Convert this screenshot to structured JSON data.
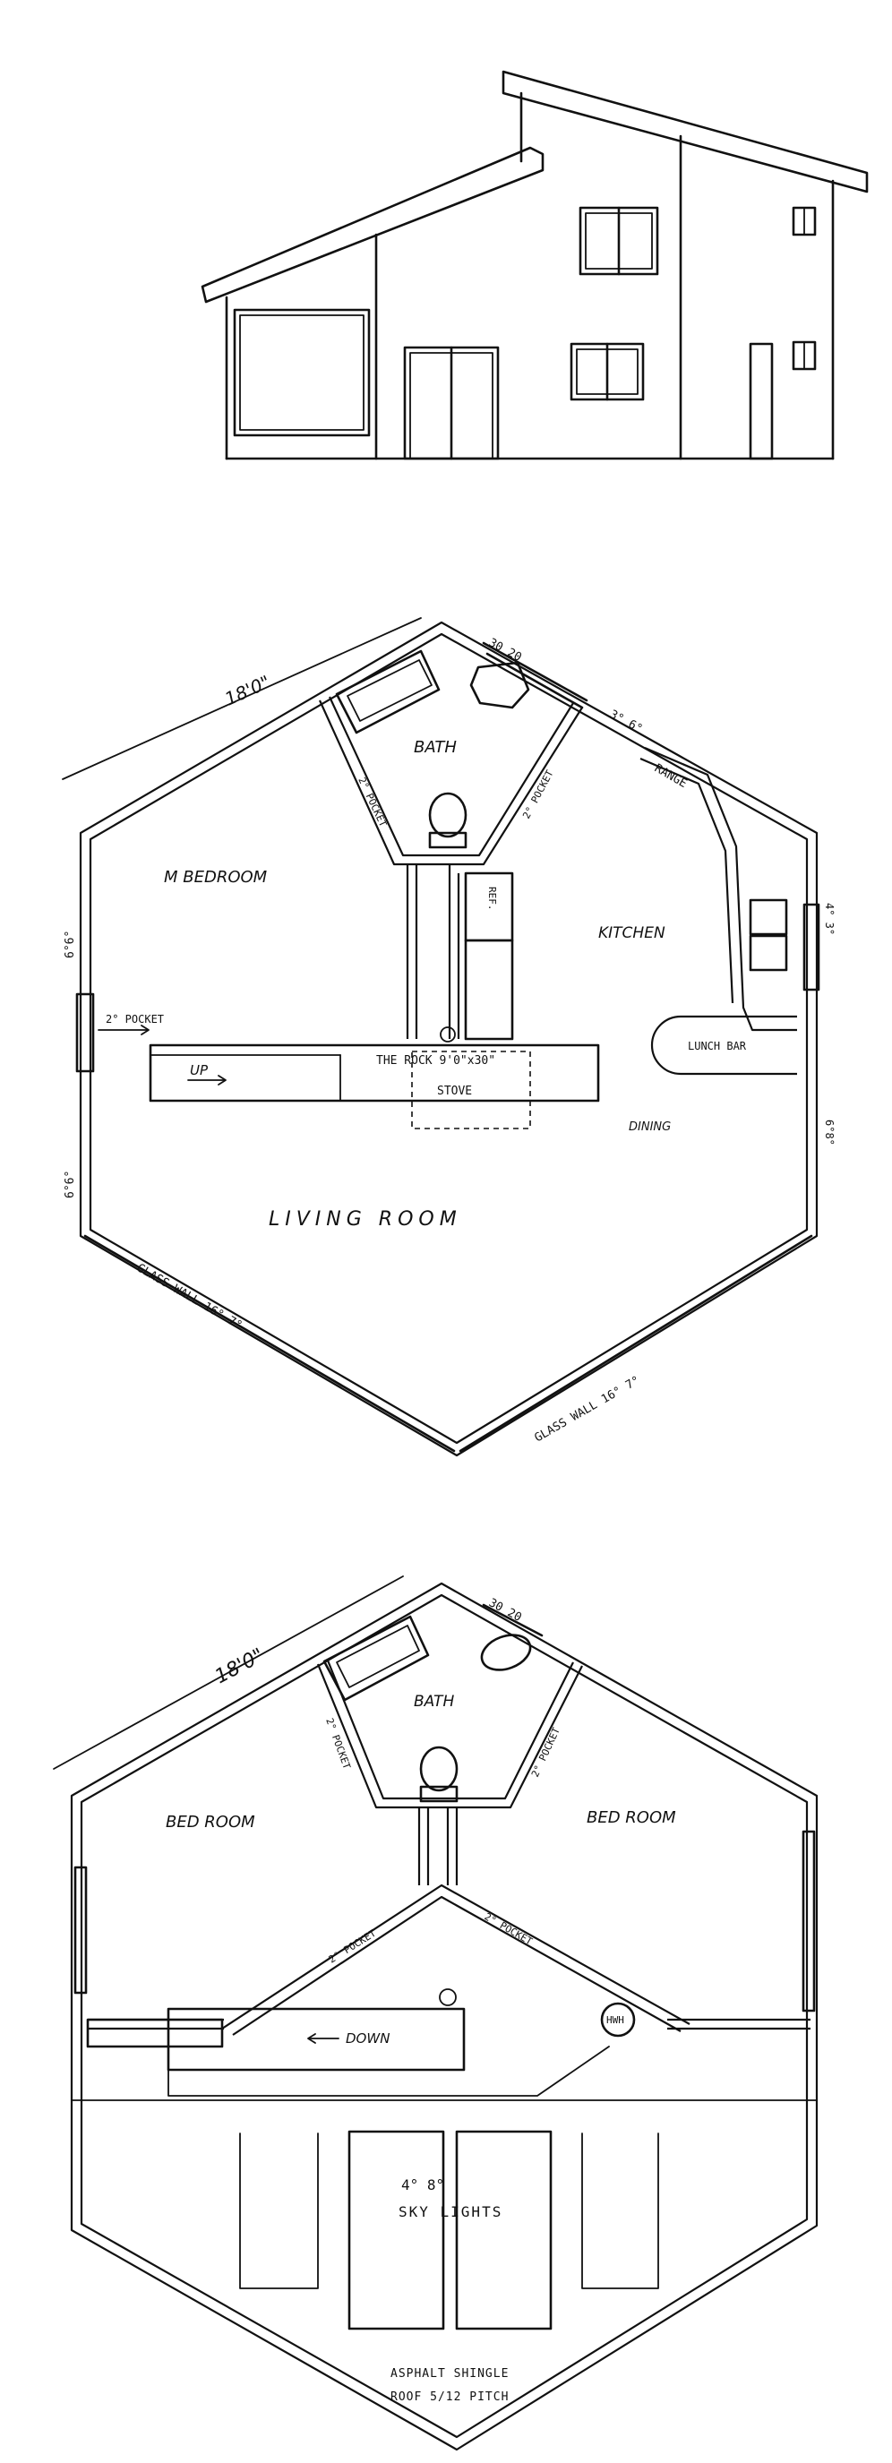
{
  "first_floor": {
    "dimension_top": "18'0\"",
    "window_top": "30 20",
    "window_kitchen": "3° 6°",
    "bath": "BATH",
    "pocket_left": "2° POCKET",
    "pocket_right": "2° POCKET",
    "master_bedroom": "M BEDROOM",
    "kitchen": "KITCHEN",
    "range": "RANGE",
    "refrigerator": "REF.",
    "door_left_upper": "6°6°",
    "door_left_lower": "6°6°",
    "window_right_upper": "4° 3°",
    "window_right_lower": "6°8°",
    "pocket_bedroom": "2° POCKET",
    "stair_up": "UP",
    "the_rock": "THE ROCK 9'0\"x30\"",
    "stove": "STOVE",
    "lunch_bar": "LUNCH BAR",
    "dining": "DINING",
    "living_room": "LIVING ROOM",
    "glass_wall_left": "GLASS WALL  16° 7°",
    "glass_wall_right": "GLASS WALL  16° 7°"
  },
  "second_floor": {
    "dimension_top": "18'0\"",
    "window_top": "30 20",
    "bath": "BATH",
    "pocket_bath_left": "2° POCKET",
    "pocket_bath_right": "2° POCKET",
    "bedroom_left": "BED ROOM",
    "bedroom_right": "BED ROOM",
    "pocket_hall_left": "2° POCKET",
    "pocket_hall_right": "2° POCKET",
    "water_heater": "HWH",
    "stair_down": "DOWN",
    "skylight_left": "4° 8°",
    "skylights": "SKY LIGHTS",
    "roof_note_1": "ASPHALT SHINGLE",
    "roof_note_2": "ROOF 5/12 PITCH"
  }
}
